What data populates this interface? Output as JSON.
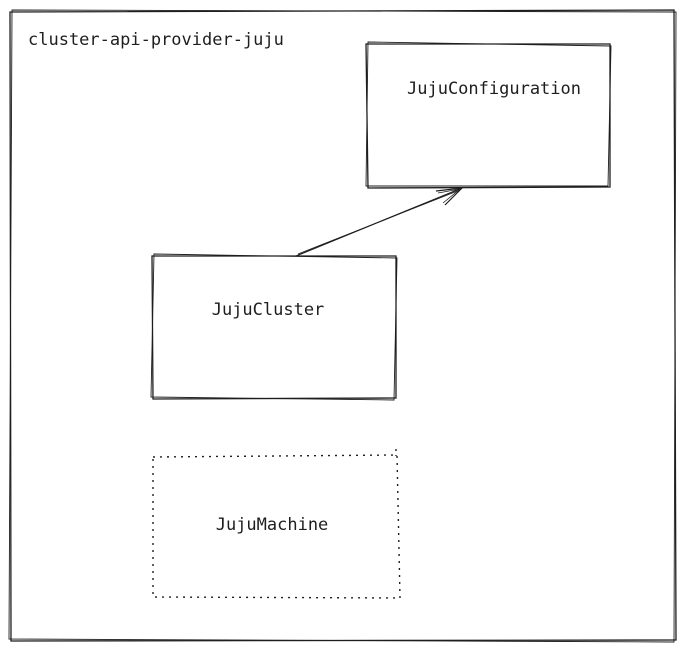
{
  "diagram": {
    "container": {
      "label": "cluster-api-provider-juju"
    },
    "nodes": {
      "juju_configuration": {
        "label": "JujuConfiguration",
        "border": "solid"
      },
      "juju_cluster": {
        "label": "JujuCluster",
        "border": "solid"
      },
      "juju_machine": {
        "label": "JujuMachine",
        "border": "dotted"
      }
    },
    "edges": [
      {
        "from": "JujuCluster",
        "to": "JujuConfiguration",
        "style": "arrow"
      }
    ],
    "colors": {
      "stroke": "#1e1e1e",
      "background": "#ffffff"
    }
  }
}
